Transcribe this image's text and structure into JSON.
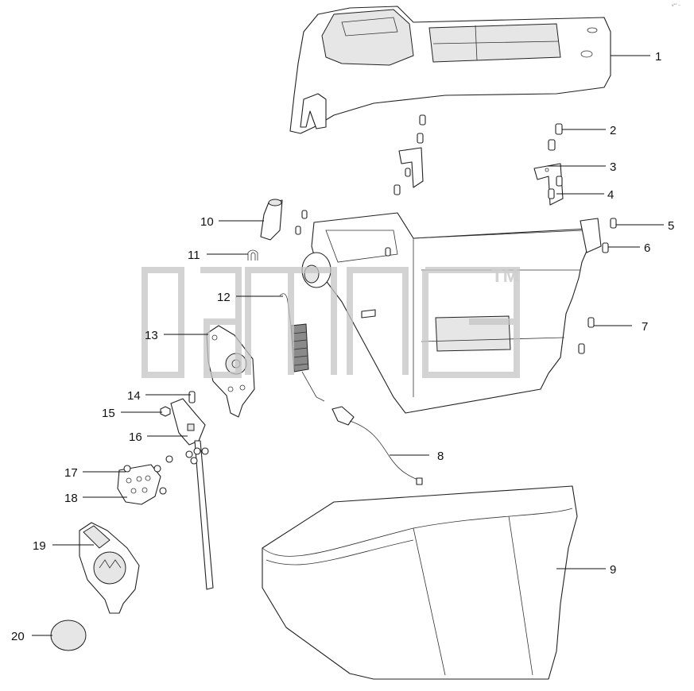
{
  "diagram": {
    "callouts": [
      {
        "id": "c1",
        "label": "1"
      },
      {
        "id": "c2",
        "label": "2"
      },
      {
        "id": "c3",
        "label": "3"
      },
      {
        "id": "c4",
        "label": "4"
      },
      {
        "id": "c5",
        "label": "5"
      },
      {
        "id": "c6",
        "label": "6"
      },
      {
        "id": "c7",
        "label": "7"
      },
      {
        "id": "c8",
        "label": "8"
      },
      {
        "id": "c9",
        "label": "9"
      },
      {
        "id": "c10",
        "label": "10"
      },
      {
        "id": "c11",
        "label": "11"
      },
      {
        "id": "c12",
        "label": "12"
      },
      {
        "id": "c13",
        "label": "13"
      },
      {
        "id": "c14",
        "label": "14"
      },
      {
        "id": "c15",
        "label": "15"
      },
      {
        "id": "c16",
        "label": "16"
      },
      {
        "id": "c17",
        "label": "17"
      },
      {
        "id": "c18",
        "label": "18"
      },
      {
        "id": "c19",
        "label": "19"
      },
      {
        "id": "c20",
        "label": "20"
      }
    ]
  },
  "watermark": {
    "trademark": "TM",
    "style": "outlined logo letters, light grey"
  },
  "colors": {
    "line": "#222222",
    "background": "#ffffff",
    "watermark": "#c4c4c4"
  }
}
